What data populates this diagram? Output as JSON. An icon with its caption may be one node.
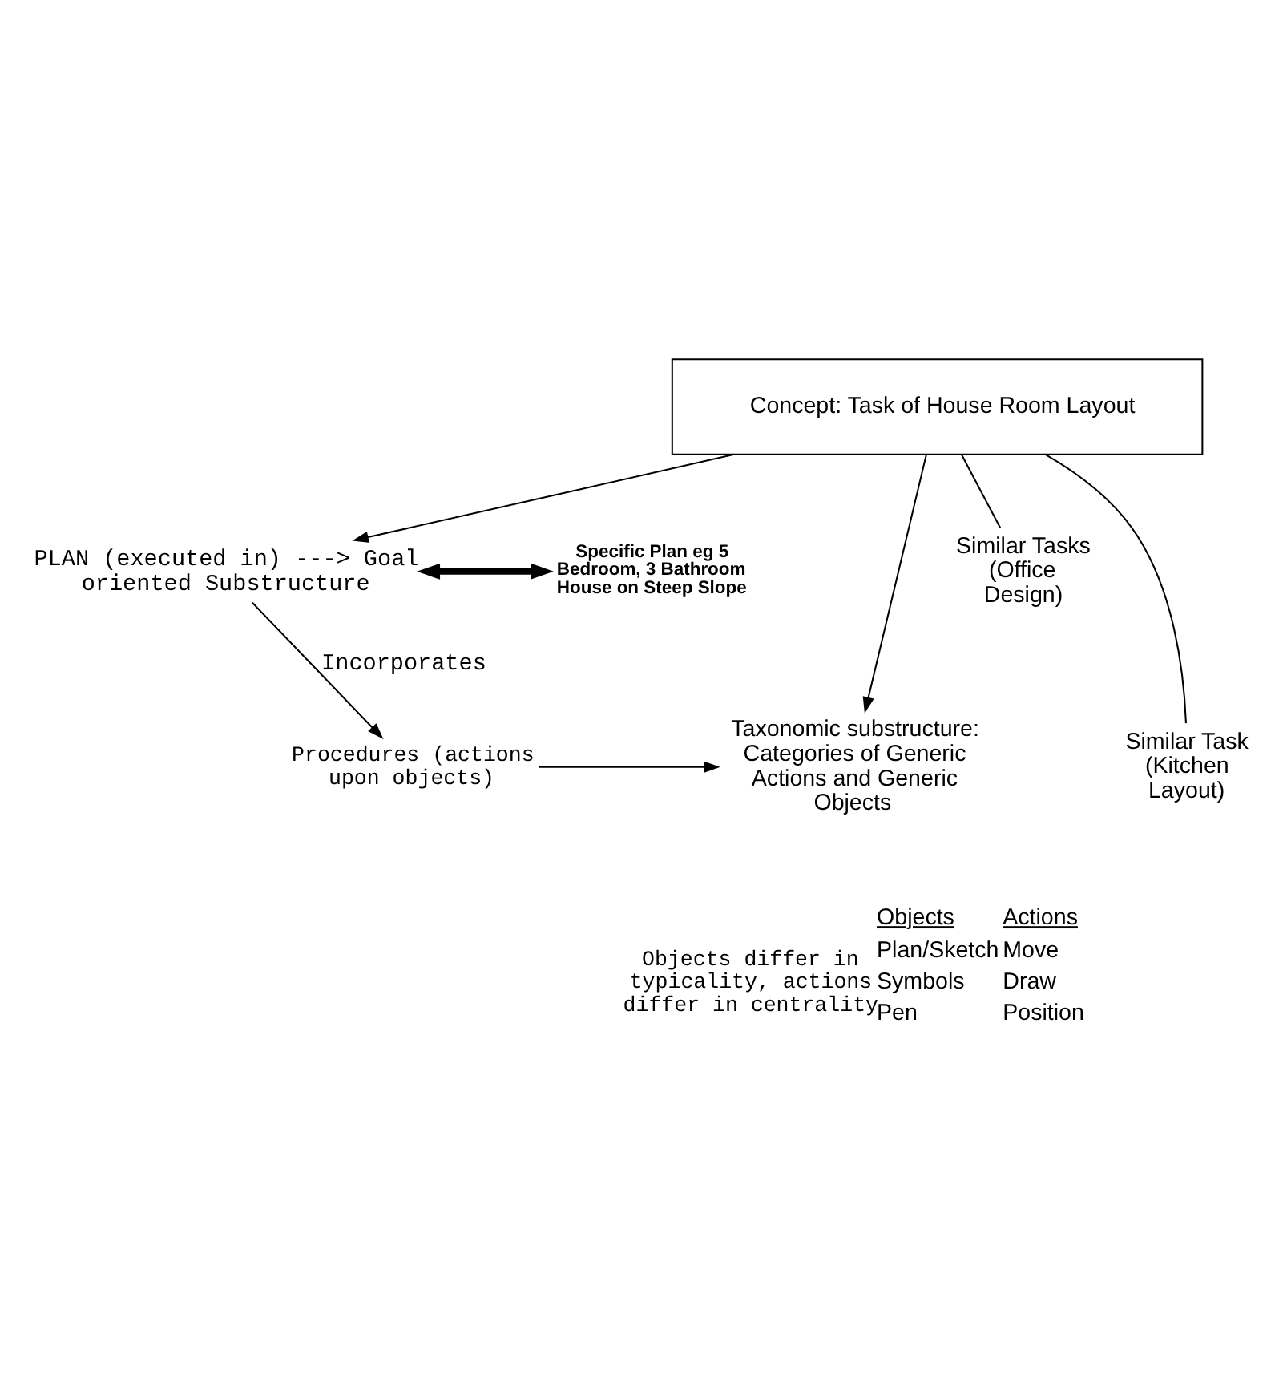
{
  "diagram": {
    "nodes": [
      {
        "text": [
          "Concept: Task of House Room Layout"
        ]
      },
      {
        "text": [
          "Similar Tasks (Office Design)"
        ]
      },
      {
        "text": [
          "Similar Task (Kitchen Layout)"
        ]
      },
      {
        "text": [
          "Specific Plan eg 5 Bedroom, 3 Bathroom House on Steep Slope"
        ]
      },
      {
        "text": [
          "PLAN (executed in) ---> Goal oriented Substructure"
        ]
      },
      {
        "text": [
          "Procedures (actions upon objects)"
        ]
      },
      {
        "text": [
          "Taxonomic substructure: Categories of Generic Actions and Generic Objects"
        ]
      }
    ],
    "edges": [
      {
        "from": 0,
        "to": 4,
        "arrow": "to"
      },
      {
        "from": 0,
        "to": 6,
        "arrow": "to"
      },
      {
        "from": 0,
        "to": 1,
        "arrow": "none"
      },
      {
        "from": 0,
        "to": 2,
        "arrow": "none"
      },
      {
        "from": 3,
        "to": 4,
        "arrow": "both",
        "style": "thick"
      },
      {
        "from": 4,
        "to": 5,
        "label": "Incorporates",
        "arrow": "to"
      },
      {
        "from": 5,
        "to": 6,
        "arrow": "to"
      }
    ],
    "labels": [
      "Objects",
      "Actions",
      "Objects differ in typicality, actions differ in centrality",
      "Plan/Sketch",
      "Move",
      "Symbols",
      "Draw",
      "Pen",
      "Position"
    ]
  }
}
